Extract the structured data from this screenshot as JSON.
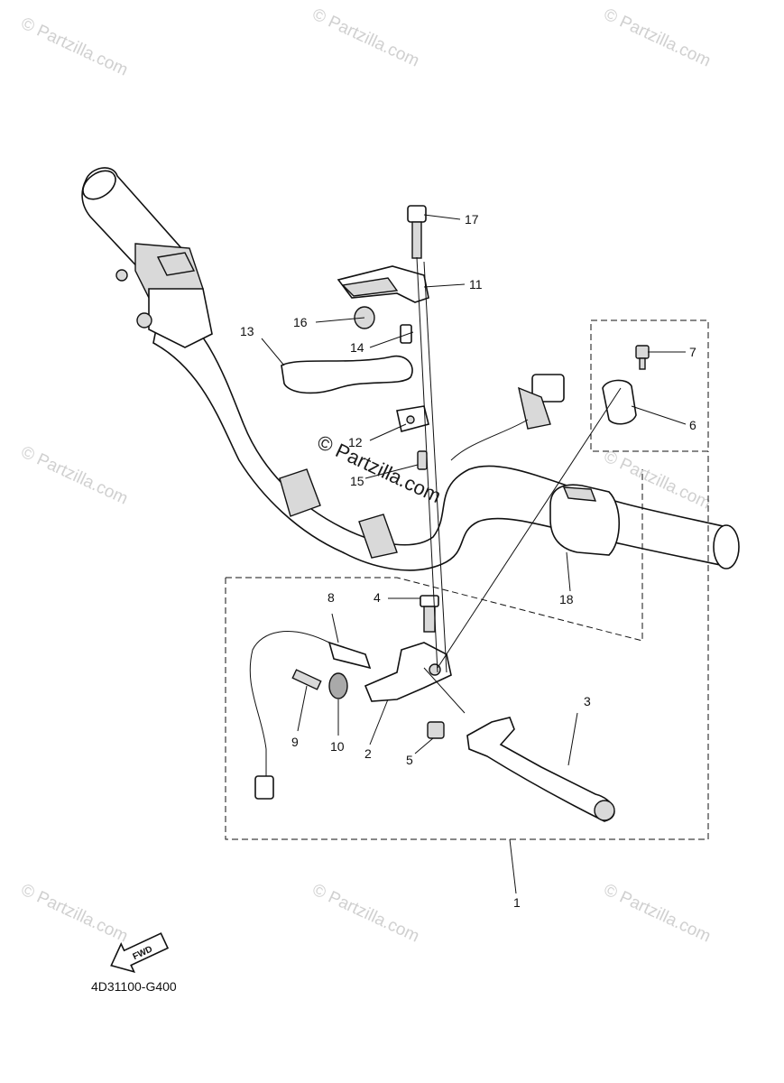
{
  "diagram_code": "4D31100-G400",
  "fwd_label": "FWD",
  "watermarks": {
    "corner_text": "© Partzilla.com",
    "center_text": "© Partzilla.com"
  },
  "callouts": {
    "c1": "1",
    "c2": "2",
    "c3": "3",
    "c4": "4",
    "c5": "5",
    "c6": "6",
    "c7": "7",
    "c8": "8",
    "c9": "9",
    "c10": "10",
    "c11": "11",
    "c12": "12",
    "c13": "13",
    "c14": "14",
    "c15": "15",
    "c16": "16",
    "c17": "17",
    "c18": "18"
  },
  "icons": [
    "fwd-arrow-icon"
  ],
  "colors": {
    "line": "#111111",
    "watermark": "#d0d0d0",
    "part_fill": "#d9d9d9"
  }
}
